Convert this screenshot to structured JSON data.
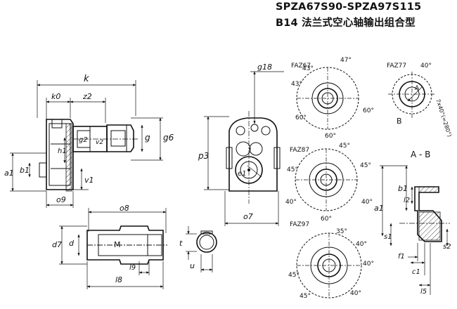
{
  "title": {
    "line1": "SPZA67S90-SPZA97S115",
    "line2": "B14 法兰式空心轴输出组合型"
  },
  "side_view": {
    "k": "k",
    "k0": "k0",
    "z2": "z2",
    "h1": "h1",
    "g2": "g2",
    "v2": "v2",
    "g": "g",
    "g6": "g6",
    "a1": "a1",
    "b1": "b1",
    "v1": "v1",
    "o9": "o9"
  },
  "front_view": {
    "g18": "g18",
    "p3": "p3",
    "e1": "e1",
    "o7": "o7"
  },
  "shaft_view": {
    "o8": "o8",
    "d7": "d7",
    "d": "d",
    "M": "M",
    "l9": "l9",
    "l8": "l8"
  },
  "key_view": {
    "t": "t",
    "u": "u"
  },
  "flanges": [
    {
      "name": "FAZ67",
      "angles": [
        "47°",
        "43°",
        "43°",
        "60°",
        "60°",
        "60°"
      ]
    },
    {
      "name": "FAZ77",
      "angles": [
        "40°",
        "7x40°(=280°)",
        "A",
        "B"
      ]
    },
    {
      "name": "FAZ87",
      "angles": [
        "45°",
        "45°",
        "45°",
        "40°",
        "40°",
        "60°"
      ]
    },
    {
      "name": "FAZ97",
      "angles": [
        "35°",
        "40°",
        "40°",
        "45°",
        "45°",
        "40°"
      ]
    }
  ],
  "section": {
    "title": "A - B",
    "labels": {
      "b1": "b1",
      "a1": "a1",
      "l2": "l2",
      "s1": "s1",
      "s2": "s2",
      "f1": "f1",
      "c1": "c1",
      "l5": "l5"
    }
  }
}
